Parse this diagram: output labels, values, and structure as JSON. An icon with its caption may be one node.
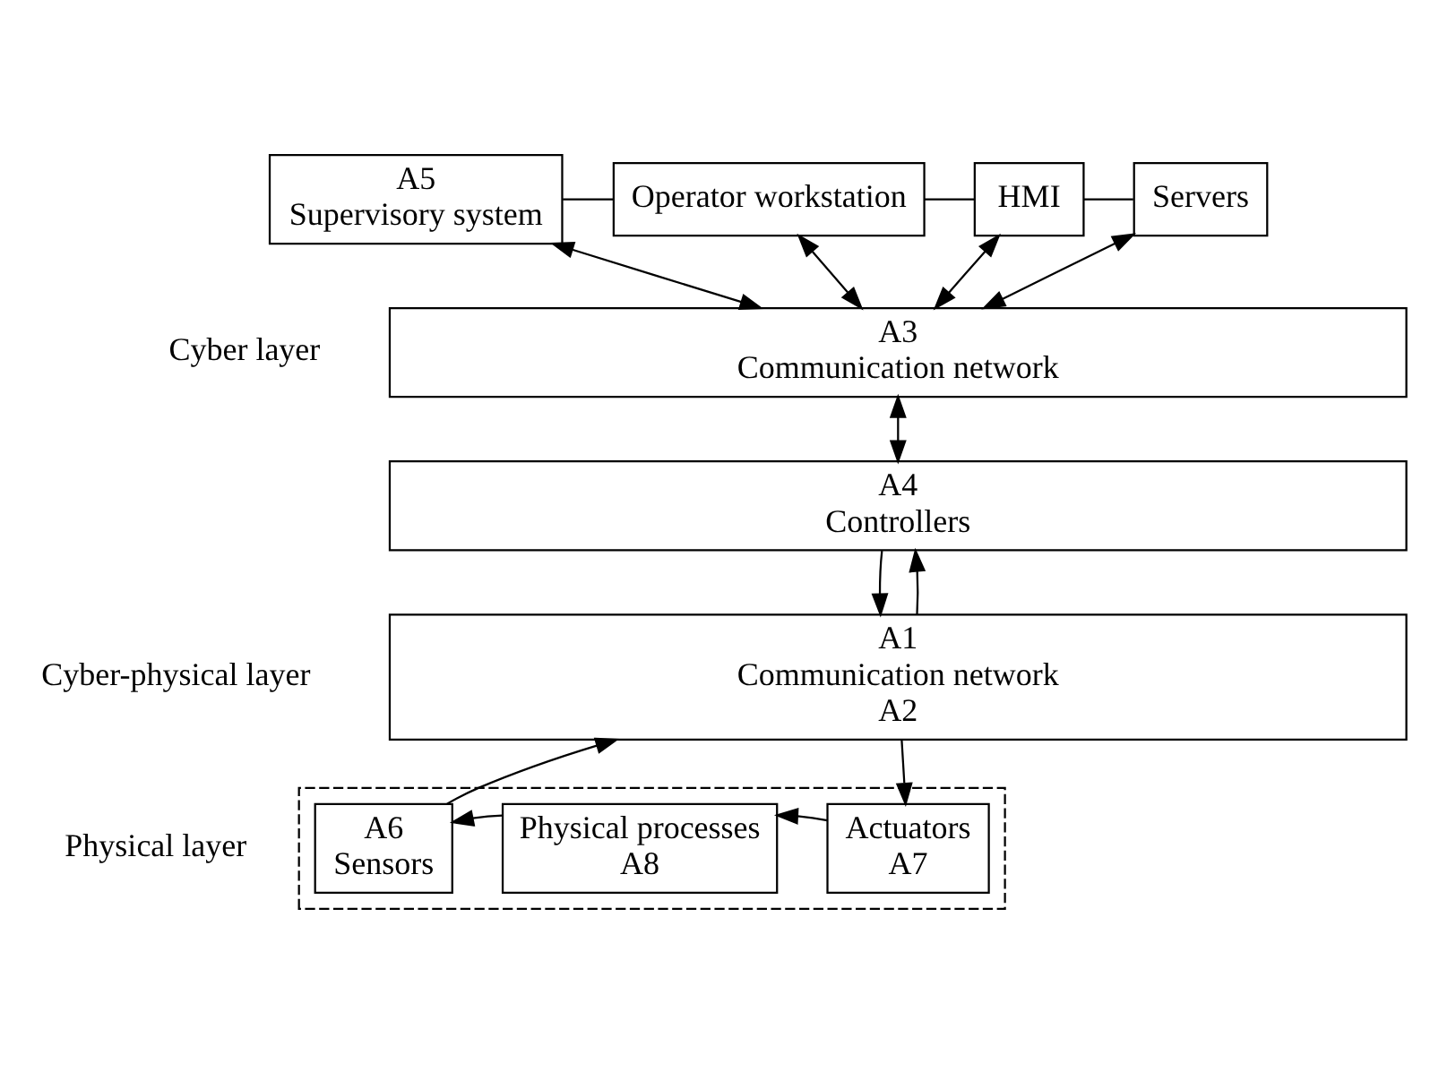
{
  "diagram": {
    "nodes": [
      {
        "text": [
          "A5",
          "Supervisory system"
        ]
      },
      {
        "text": [
          "Operator workstation"
        ]
      },
      {
        "text": [
          "HMI"
        ]
      },
      {
        "text": [
          "Servers"
        ]
      },
      {
        "text": [
          "A3",
          "Communication network"
        ]
      },
      {
        "text": [
          "A4",
          "Controllers"
        ]
      },
      {
        "text": [
          "A1",
          "Communication network",
          "A2"
        ]
      },
      {
        "text": [],
        "shape": "box"
      },
      {
        "text": [
          "A6",
          "Sensors"
        ],
        "in": 7
      },
      {
        "text": [
          "Physical processes",
          "A8"
        ],
        "in": 7
      },
      {
        "text": [
          "Actuators",
          "A7"
        ],
        "in": 7
      }
    ],
    "edges": [
      {
        "from": 0,
        "to": 1,
        "arrow": "none"
      },
      {
        "from": 1,
        "to": 2,
        "arrow": "none"
      },
      {
        "from": 2,
        "to": 3,
        "arrow": "none"
      },
      {
        "from": 0,
        "to": 4,
        "arrow": "both"
      },
      {
        "from": 1,
        "to": 4,
        "arrow": "both"
      },
      {
        "from": 2,
        "to": 4,
        "arrow": "both"
      },
      {
        "from": 3,
        "to": 4,
        "arrow": "both"
      },
      {
        "from": 4,
        "to": 5,
        "arrow": "both"
      },
      {
        "from": 6,
        "to": 5,
        "arrow": "to"
      },
      {
        "from": 5,
        "to": 6,
        "arrow": "to"
      },
      {
        "from": 6,
        "to": 10,
        "arrow": "to"
      },
      {
        "from": 8,
        "to": 6,
        "arrow": "to"
      },
      {
        "from": 10,
        "to": 9,
        "arrow": "to"
      },
      {
        "from": 9,
        "to": 8,
        "arrow": "to"
      }
    ],
    "labels": [
      "Cyber layer",
      "Cyber-physical layer",
      "Physical layer"
    ]
  }
}
